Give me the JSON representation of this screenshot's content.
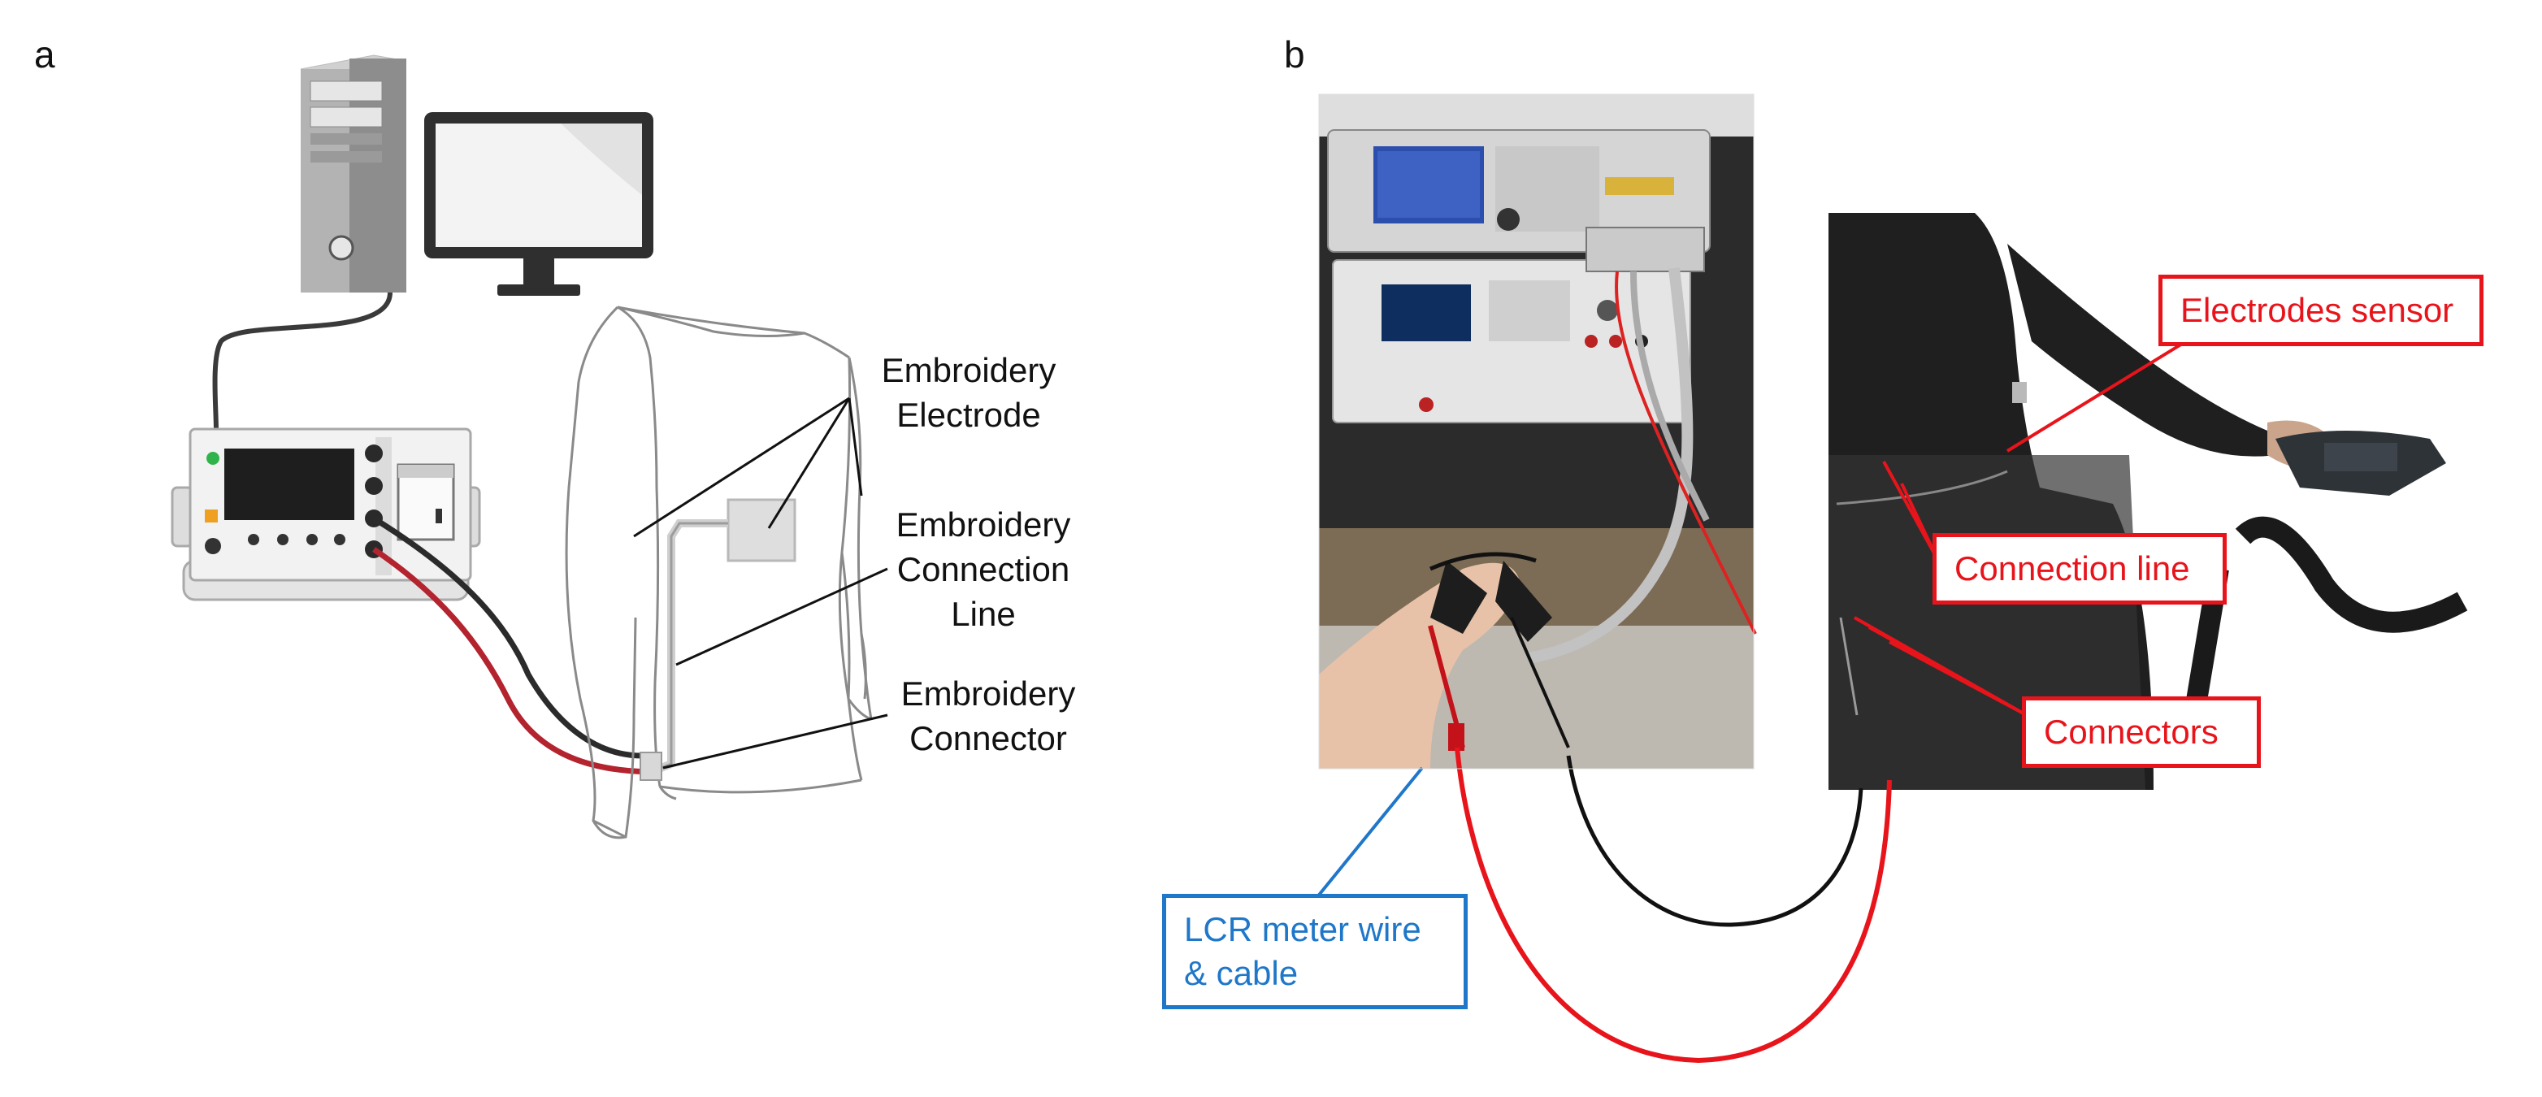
{
  "panels": {
    "a": "a",
    "b": "b"
  },
  "panel_a": {
    "labels": {
      "electrode": "Embroidery\nElectrode",
      "connection_line": "Embroidery\nConnection\nLine",
      "connector": "Embroidery\nConnector"
    }
  },
  "panel_b": {
    "labels": {
      "electrodes_sensor": "Electrodes sensor",
      "connection_line": "Connection line",
      "connectors": "Connectors",
      "lcr_wire": "LCR meter wire\n& cable"
    }
  },
  "colors": {
    "callout_red": "#e8141b",
    "callout_blue": "#1f77c9",
    "wire_red": "#e8141b",
    "wire_black": "#111111"
  }
}
